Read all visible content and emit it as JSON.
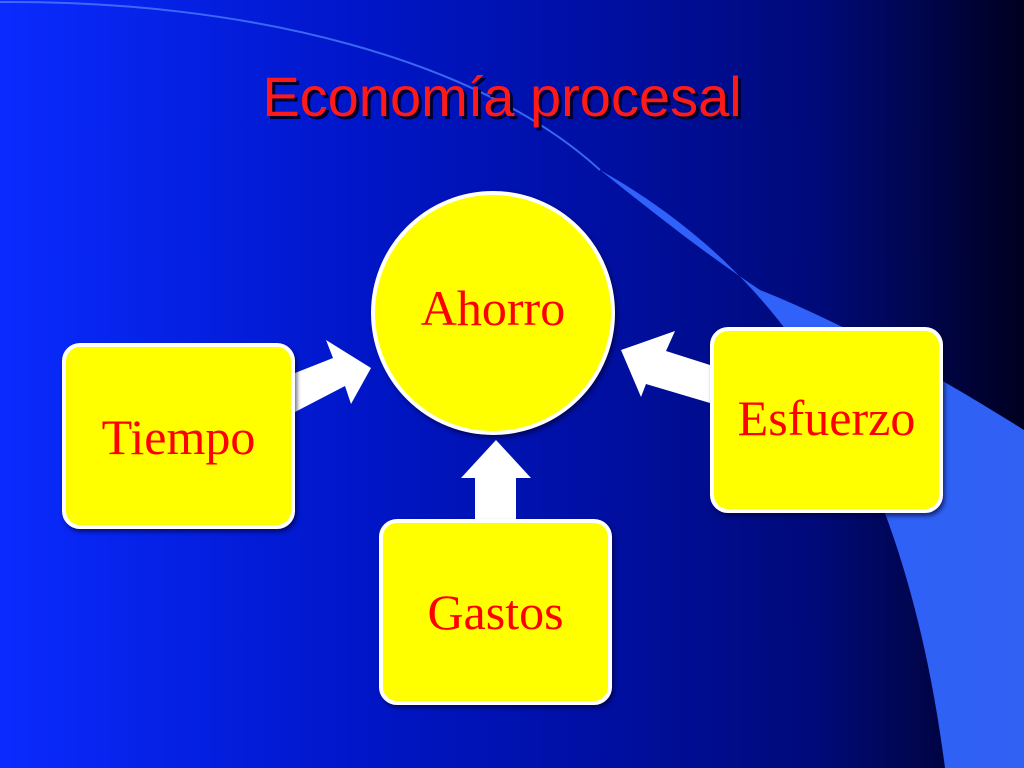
{
  "title": "Economía procesal",
  "diagram": {
    "center": {
      "label": "Ahorro"
    },
    "nodes": [
      {
        "id": "tiempo",
        "label": "Tiempo"
      },
      {
        "id": "gastos",
        "label": "Gastos"
      },
      {
        "id": "esfuerzo",
        "label": "Esfuerzo"
      }
    ]
  },
  "colors": {
    "title": "#ff1a1a",
    "node_fill": "#ffff00",
    "node_text": "#ff0000",
    "arrow": "#ffffff",
    "background": "#0016c8",
    "accent_curve": "#3366ff"
  }
}
